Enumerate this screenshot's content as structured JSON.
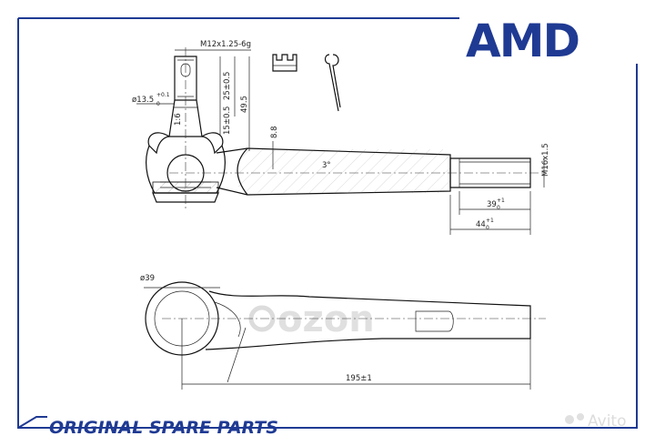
{
  "brand": {
    "name": "AMD"
  },
  "footer": {
    "text": "ORIGINAL SPARE PARTS"
  },
  "watermark": {
    "center_text": "ozon",
    "corner_text": "Avito"
  },
  "dimensions": {
    "thread_top": "M12x1.25-6g",
    "dia_stud": "ø13.5",
    "dia_stud_tol": "+0.1",
    "dia_stud_tol_low": "0",
    "h_25": "25±0.5",
    "h_49": "49.5",
    "h_15": "15±0.5",
    "taper": "1:6",
    "h_8_8": "8.8",
    "angle": "3°",
    "thread_end": "M16x1.5",
    "len_39": "39",
    "len_39_tol": "+1",
    "len_39_tol_low": "0",
    "len_44": "44",
    "len_44_tol": "+1",
    "len_44_tol_low": "0",
    "dia_eye": "ø39",
    "len_total": "195±1"
  },
  "colors": {
    "brand_blue": "#1f3a93",
    "line": "#111111"
  }
}
